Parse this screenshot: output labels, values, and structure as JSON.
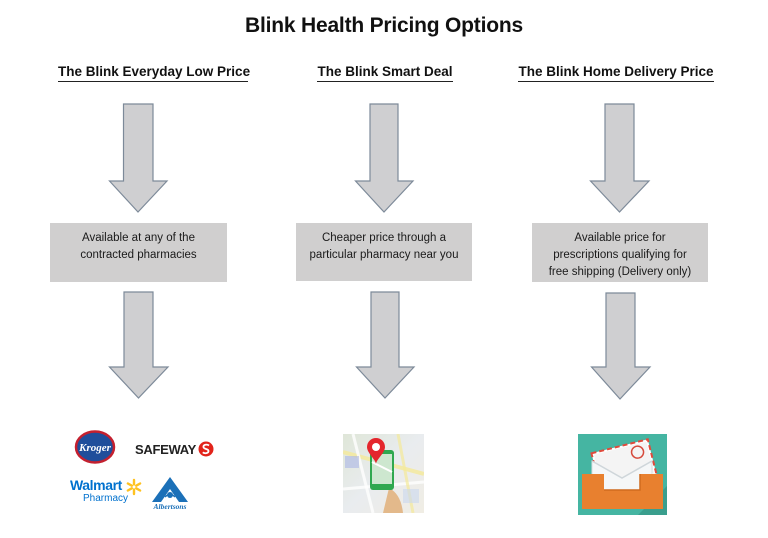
{
  "title": "Blink Health Pricing Options",
  "columns": [
    {
      "heading": "The Blink Everyday Low Price",
      "description_lines": [
        "Available at any of the",
        "contracted pharmacies"
      ],
      "illustration": "pharmacy-logos",
      "logos": {
        "kroger": "Kroger",
        "safeway": "SAFEWAY",
        "walmart": "Walmart",
        "walmart_sub": "Pharmacy",
        "albertsons": "Albertsons"
      }
    },
    {
      "heading": "The Blink Smart Deal",
      "description_lines": [
        "Cheaper price through a",
        "particular pharmacy near you"
      ],
      "illustration": "map-location-phone-icon"
    },
    {
      "heading": "The Blink Home Delivery Price",
      "description_lines": [
        "Available price for",
        "prescriptions qualifying for",
        "free shipping (Delivery only)"
      ],
      "illustration": "mail-envelope-inbox-icon"
    }
  ],
  "colors": {
    "box_fill": "#d0cfcf",
    "arrow_fill": "#cfcfd1",
    "arrow_stroke": "#7d8a99",
    "kroger_blue": "#1f4e9b",
    "kroger_red": "#c4202f",
    "safeway_red": "#e2231a",
    "walmart_blue": "#0071ce",
    "walmart_yellow": "#ffc220",
    "albertsons_blue": "#1b70b8",
    "mail_teal": "#45b5a2",
    "mail_orange": "#e8802f"
  }
}
